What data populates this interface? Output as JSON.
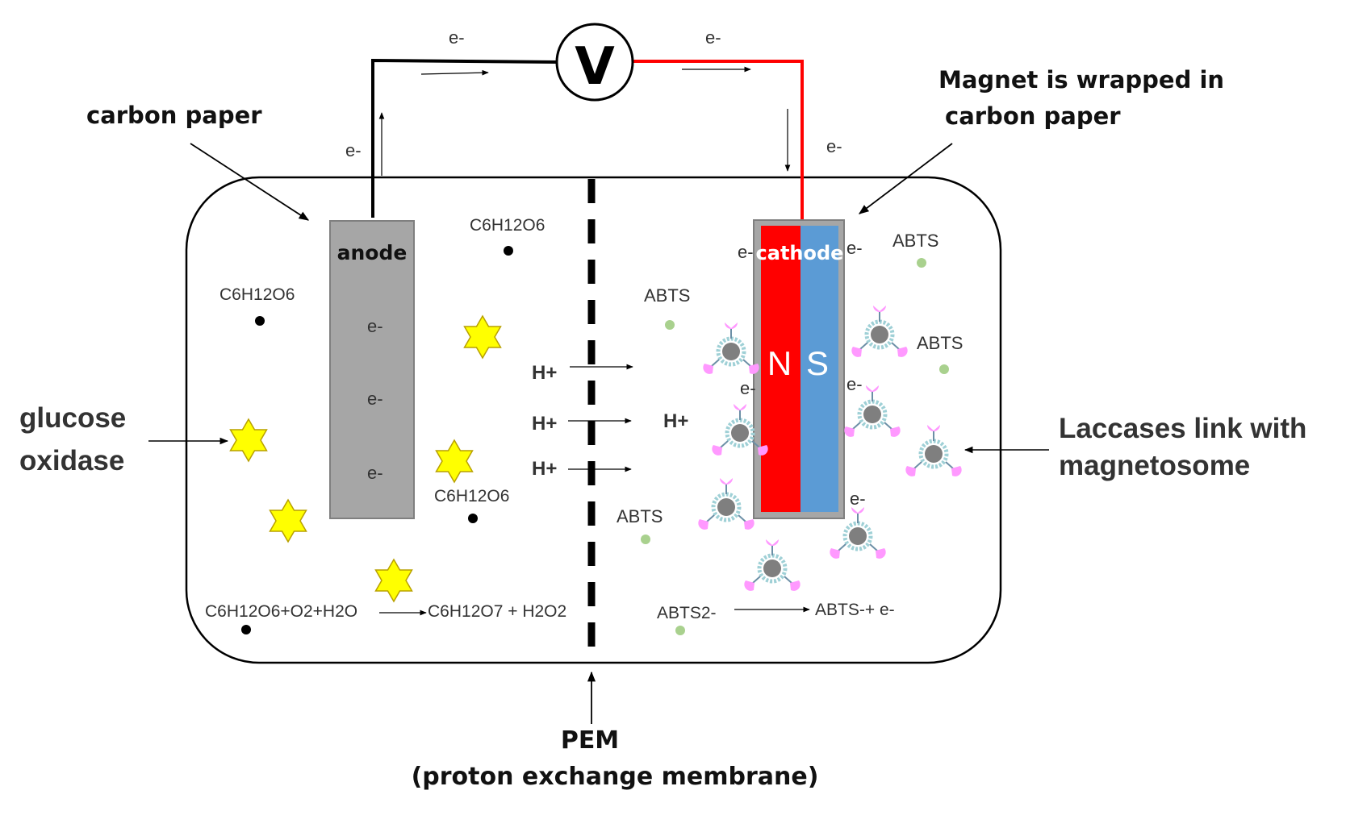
{
  "labels": {
    "carbon_paper_left": "carbon paper",
    "magnet_line1": "Magnet is wrapped in",
    "magnet_line2": "carbon paper",
    "glucose_line1": "glucose",
    "glucose_line2": "oxidase",
    "laccases_line1": "Laccases link with",
    "laccases_line2": "magnetosome",
    "pem_line1": "PEM",
    "pem_line2": "(proton exchange membrane)",
    "voltmeter": "V",
    "anode": "anode",
    "cathode": "cathode",
    "north": "N",
    "south": "S"
  },
  "chemicals": {
    "glucose": "C6H12O6",
    "abts": "ABTS",
    "h_plus": "H+",
    "electron": "e-"
  },
  "reactions": {
    "glucose_left": "C6H12O6+O2+H2O",
    "glucose_right": "C6H12O7 + H2O2",
    "abts_left": "ABTS2-",
    "abts_right": "ABTS-+ e-"
  },
  "colors": {
    "anode": "#a6a6a6",
    "north": "#ff0000",
    "south": "#5b9bd5",
    "wire_negative": "#000000",
    "wire_positive": "#ff0000",
    "enzyme_star": "#ffff00",
    "abts_dot": "#a9d18e",
    "laccase": "#ff99ff"
  }
}
